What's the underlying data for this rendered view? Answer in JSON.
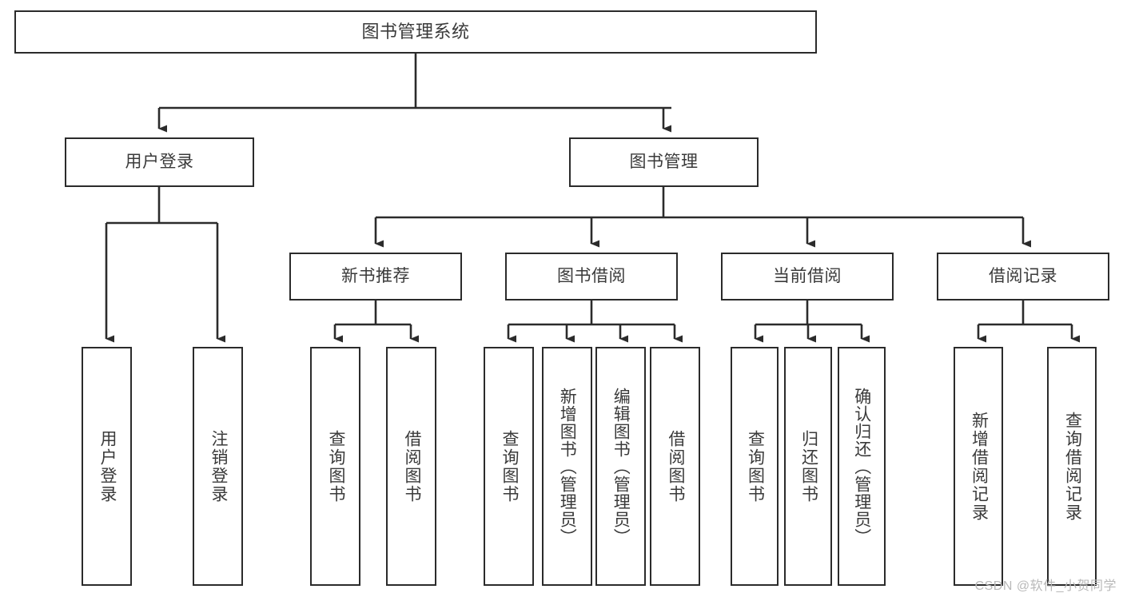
{
  "diagram": {
    "type": "tree",
    "title": "图书管理系统",
    "watermark": "CSDN @软件_小贺同学",
    "colors": {
      "box_border": "#2b2b2b",
      "box_fill": "#ffffff",
      "text": "#3a3a3a",
      "edge": "#2b2b2b",
      "watermark": "#b9b9b9"
    },
    "nodes": {
      "root": {
        "label": "图书管理系统"
      },
      "level2": [
        {
          "label": "用户登录"
        },
        {
          "label": "图书管理"
        }
      ],
      "level3": [
        {
          "label": "新书推荐"
        },
        {
          "label": "图书借阅"
        },
        {
          "label": "当前借阅"
        },
        {
          "label": "借阅记录"
        }
      ],
      "leaves": {
        "user_login": [
          {
            "label": "用户登录"
          },
          {
            "label": "注销登录"
          }
        ],
        "new_book": [
          {
            "label": "查询图书"
          },
          {
            "label": "借阅图书"
          }
        ],
        "book_borrow": [
          {
            "label": "查询图书"
          },
          {
            "label": "新增图书（管理员）"
          },
          {
            "label": "编辑图书（管理员）"
          },
          {
            "label": "借阅图书"
          }
        ],
        "current_borrow": [
          {
            "label": "查询图书"
          },
          {
            "label": "归还图书"
          },
          {
            "label": "确认归还（管理员）"
          }
        ],
        "borrow_record": [
          {
            "label": "新增借阅记录"
          },
          {
            "label": "查询借阅记录"
          }
        ]
      }
    }
  }
}
